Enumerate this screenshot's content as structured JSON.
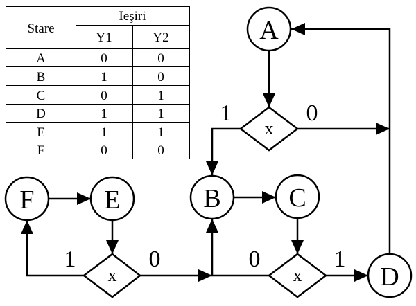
{
  "table": {
    "header_state": "Stare",
    "header_outputs": "Ieşiri",
    "columns": [
      "Y1",
      "Y2"
    ],
    "rows": [
      {
        "state": "A",
        "y1": "0",
        "y2": "0"
      },
      {
        "state": "B",
        "y1": "1",
        "y2": "0"
      },
      {
        "state": "C",
        "y1": "0",
        "y2": "1"
      },
      {
        "state": "D",
        "y1": "1",
        "y2": "1"
      },
      {
        "state": "E",
        "y1": "1",
        "y2": "1"
      },
      {
        "state": "F",
        "y1": "0",
        "y2": "0"
      }
    ]
  },
  "states": {
    "A": "A",
    "B": "B",
    "C": "C",
    "D": "D",
    "E": "E",
    "F": "F"
  },
  "conditions": [
    {
      "id": "top",
      "label": "x",
      "true_label": "1",
      "false_label": "0"
    },
    {
      "id": "left",
      "label": "x",
      "true_label": "1",
      "false_label": "0"
    },
    {
      "id": "right",
      "label": "x",
      "true_label": "1",
      "false_label": "0"
    }
  ],
  "transitions": [
    {
      "from": "A",
      "to": "x-top"
    },
    {
      "from": "x-top",
      "on": "1",
      "to": "B"
    },
    {
      "from": "x-top",
      "on": "0",
      "to": "A"
    },
    {
      "from": "F",
      "to": "E"
    },
    {
      "from": "E",
      "to": "x-left"
    },
    {
      "from": "x-left",
      "on": "1",
      "to": "F"
    },
    {
      "from": "x-left",
      "on": "0",
      "to": "B"
    },
    {
      "from": "B",
      "to": "C"
    },
    {
      "from": "C",
      "to": "x-right"
    },
    {
      "from": "x-right",
      "on": "0",
      "to": "B"
    },
    {
      "from": "x-right",
      "on": "1",
      "to": "D"
    },
    {
      "from": "D",
      "to": "A"
    }
  ]
}
